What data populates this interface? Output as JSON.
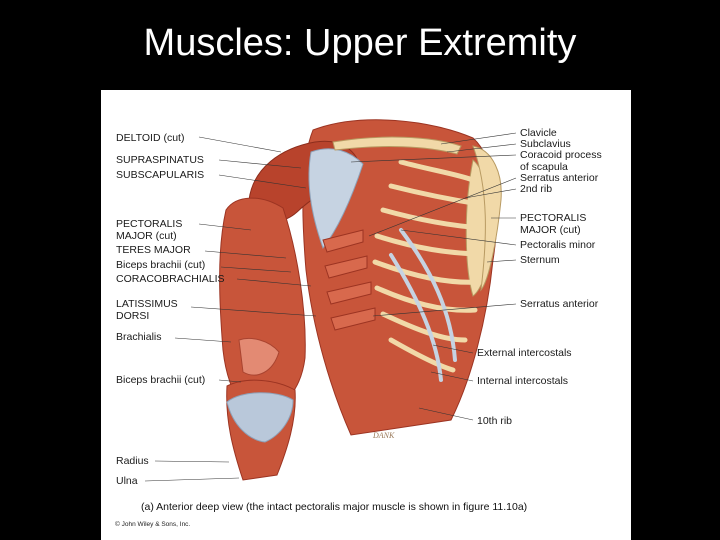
{
  "slide": {
    "title": "Muscles: Upper Extremity"
  },
  "figure": {
    "labels_left": {
      "deltoid": "DELTOID (cut)",
      "supraspinatus": "SUPRASPINATUS",
      "subscapularis": "SUBSCAPULARIS",
      "pectoralis_major_1": "PECTORALIS",
      "pectoralis_major_2": "MAJOR (cut)",
      "teres_major": "TERES MAJOR",
      "biceps_upper": "Biceps brachii (cut)",
      "coracobrachialis": "CORACOBRACHIALIS",
      "latissimus_1": "LATISSIMUS",
      "latissimus_2": "DORSI",
      "brachialis": "Brachialis",
      "biceps_lower": "Biceps brachii (cut)",
      "radius": "Radius",
      "ulna": "Ulna"
    },
    "labels_right": {
      "clavicle": "Clavicle",
      "subclavius": "Subclavius",
      "coracoid_1": "Coracoid process",
      "coracoid_2": "of scapula",
      "serratus_upper": "Serratus anterior",
      "second_rib": "2nd rib",
      "pectoralis_major_1": "PECTORALIS",
      "pectoralis_major_2": "MAJOR (cut)",
      "pectoralis_minor": "Pectoralis minor",
      "sternum": "Sternum",
      "serratus_lower": "Serratus anterior",
      "external_intercostals": "External intercostals",
      "internal_intercostals": "Internal intercostals",
      "tenth_rib": "10th rib"
    },
    "signature": "DANK",
    "caption": "(a) Anterior deep view (the intact pectoralis major muscle is shown in figure 11.10a)",
    "credit": "© John Wiley & Sons, Inc."
  },
  "colors": {
    "background": "#000000",
    "panel": "#ffffff",
    "muscle": "#c8553a",
    "muscle_dark": "#9c3422",
    "tendon": "#b9c8da",
    "bone": "#f1d9a8"
  }
}
